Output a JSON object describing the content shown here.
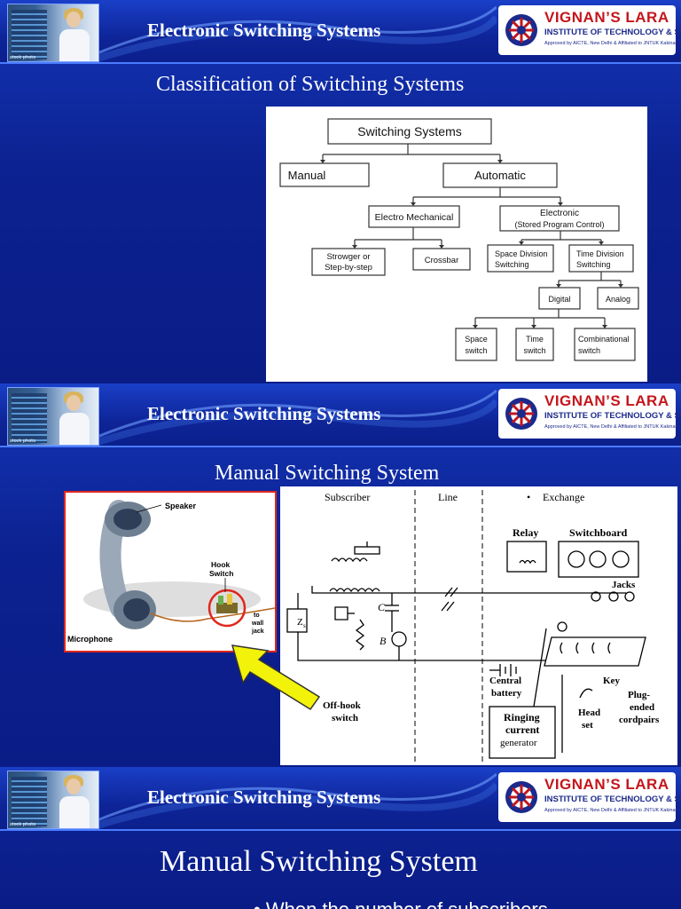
{
  "header": {
    "title": "Electronic Switching Systems",
    "logo_line1": "VIGNAN’S LARA",
    "logo_line2": "INSTITUTE OF TECHNOLOGY & SCIENCE",
    "logo_line3": "Approved by AICTE, New Delhi & Affiliated to JNTUK Kakinada",
    "photo_credit": "stock photo"
  },
  "slide1": {
    "heading": "Classification of Switching Systems",
    "tree": {
      "root": "Switching Systems",
      "manual": "Manual",
      "automatic": "Automatic",
      "electro_mechanical": "Electro Mechanical",
      "electronic": "Electronic",
      "electronic_sub": "(Stored Program Control)",
      "strowger_1": "Strowger or",
      "strowger_2": "Step-by-step",
      "crossbar": "Crossbar",
      "sds_1": "Space Division",
      "sds_2": "Switching",
      "tds_1": "Time Division",
      "tds_2": "Switching",
      "digital": "Digital",
      "analog": "Analog",
      "space_switch_1": "Space",
      "space_switch_2": "switch",
      "time_switch_1": "Time",
      "time_switch_2": "switch",
      "comb_switch_1": "Combinational",
      "comb_switch_2": "switch"
    }
  },
  "slide2": {
    "heading": "Manual Switching System",
    "phone": {
      "speaker": "Speaker",
      "hook_switch_1": "Hook",
      "hook_switch_2": "Switch",
      "to_wall_1": "to",
      "to_wall_2": "wall",
      "to_wall_3": "jack",
      "microphone": "Microphone"
    },
    "circuit": {
      "subscriber": "Subscriber",
      "line": "Line",
      "exchange_bullet": "•",
      "exchange": "Exchange",
      "relay": "Relay",
      "switchboard": "Switchboard",
      "jacks": "Jacks",
      "c_label": "C",
      "b_label": "B",
      "zs_label": "Z",
      "zs_sub": "s",
      "off_hook_1": "Off-hook",
      "off_hook_2": "switch",
      "central_battery_1": "Central",
      "central_battery_2": "battery",
      "ringing_1": "Ringing",
      "ringing_2": "current",
      "ringing_3": "generator",
      "key": "Key",
      "head_set_1": "Head",
      "head_set_2": "set",
      "plug_1": "Plug-",
      "plug_2": "ended",
      "plug_3": "cordpairs"
    },
    "arrow_color": "#f2f20a"
  },
  "slide3": {
    "heading": "Manual Switching System",
    "bullet_marker": "•",
    "bullet_text": "When the number of subscribers"
  },
  "colors": {
    "background": "#0c2190",
    "logo_red": "#c4161c",
    "logo_blue": "#1b2a8c",
    "highlight_red": "#e0261c"
  }
}
